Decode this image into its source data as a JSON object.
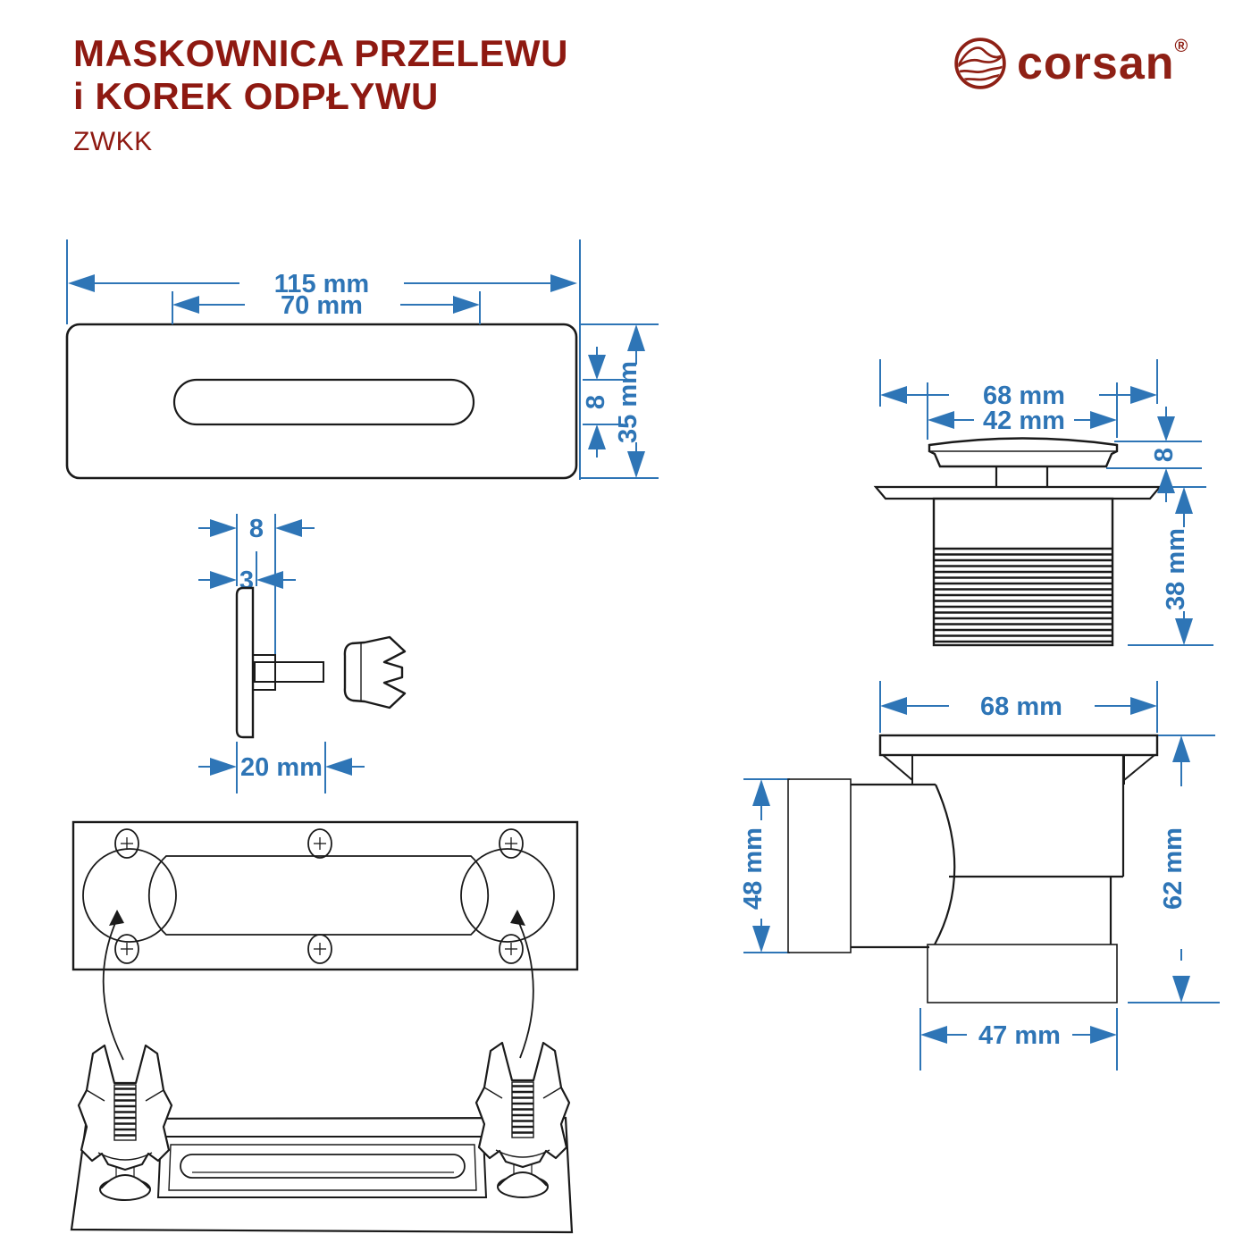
{
  "header": {
    "title_line1": "MASKOWNICA PRZELEWU",
    "title_line2": "i KOREK ODPŁYWU",
    "product_code": "ZWKK"
  },
  "brand": {
    "name": "corsan",
    "registered": "®"
  },
  "colors": {
    "accent_blue": "#2E75B6",
    "title_red": "#8E1911",
    "logo_red": "#8E2015",
    "line_black": "#1A1A1A"
  },
  "drawings": {
    "overflow_front": {
      "label": "overflow-cover-front-view",
      "dims": {
        "width": "115 mm",
        "slot_width": "70 mm",
        "slot_height": "8",
        "height": "35 mm"
      }
    },
    "cover_side": {
      "label": "overflow-cover-side-view-with-screw-and-wing-nut",
      "dims": {
        "total_thickness": "8",
        "plate_thickness": "3",
        "screw_length": "20 mm"
      }
    },
    "rear_assembly": {
      "label": "overflow-cover-rear-view-and-3d-assembly"
    },
    "plug_side": {
      "label": "drain-plug-side-view",
      "dims": {
        "flange_width": "68 mm",
        "cap_width": "42 mm",
        "cap_height": "8",
        "body_height": "38 mm"
      }
    },
    "elbow_side": {
      "label": "drain-elbow-side-view",
      "dims": {
        "flange_width": "68 mm",
        "inlet_thread_od": "48 mm",
        "total_height": "62 mm",
        "outlet_thread": "47 mm"
      }
    }
  }
}
